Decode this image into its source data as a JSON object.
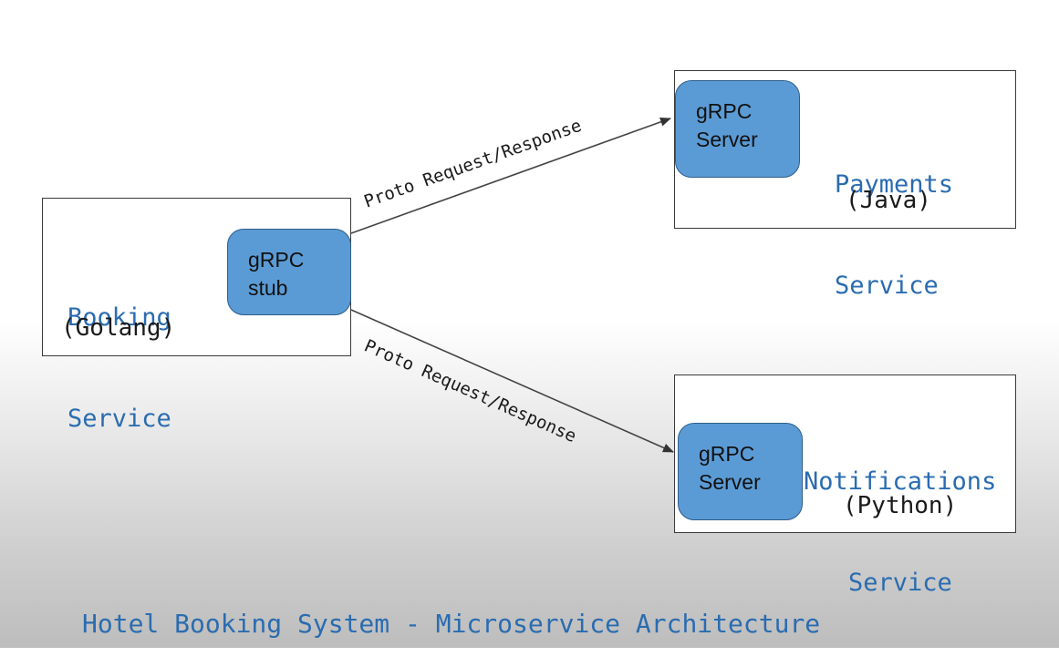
{
  "booking": {
    "name_line1": "Booking",
    "name_line2": "Service",
    "language": "(Golang)",
    "chip": {
      "line1": "gRPC",
      "line2": "stub"
    }
  },
  "payments": {
    "name_line1": "Payments",
    "name_line2": "Service",
    "language": "(Java)",
    "chip": {
      "line1": "gRPC",
      "line2": "Server"
    }
  },
  "notifications": {
    "name_line1": "Notifications",
    "name_line2": "Service",
    "language": "(Python)",
    "chip": {
      "line1": "gRPC",
      "line2": "Server"
    }
  },
  "edges": {
    "top_label": "Proto Request/Response",
    "bottom_label": "Proto Request/Response"
  },
  "caption": "Hotel Booking System - Microservice Architecture",
  "colors": {
    "service_name": "#2a6cb0",
    "chip_fill": "#5b9bd5",
    "chip_border": "#2f5d8a"
  }
}
